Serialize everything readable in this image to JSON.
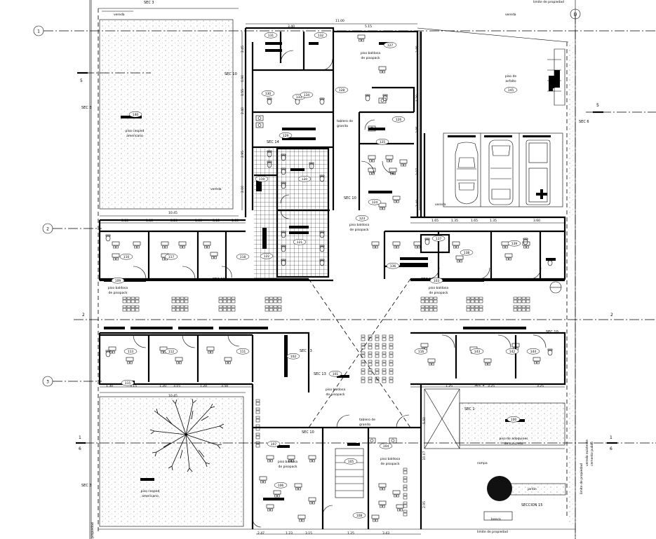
{
  "axes": {
    "rows": [
      "1",
      "2",
      "3"
    ],
    "columns": [
      "D"
    ],
    "right_rows": [
      "2"
    ],
    "left_rows_mid": [
      "2"
    ]
  },
  "section_marks": {
    "sec3_top": "SEC 3",
    "sec3_left": "SEC 3",
    "sec3_bottom": "SEC 3",
    "sec5": "5",
    "sec6": "SEC 6",
    "sec6_num": "5",
    "sec10_a": "SEC 10",
    "sec10_b": "SEC 10",
    "sec10_c": "SEC 10",
    "sec10_d": "SEC 10",
    "sec13_a": "SEC 13",
    "sec13_b": "SEC 13",
    "sec14": "SEC 14",
    "sec9": "SEC 9",
    "sec1": "SEC 1",
    "sec15": "SECCION 15",
    "cut1_left_top": "1",
    "cut1_left_bot": "6",
    "cut1_right_top": "1",
    "cut1_right_bot": "6"
  },
  "dimensions": {
    "top_total": "11.00",
    "top_a": "3.40",
    "top_b": "5.15",
    "left_total_a": "10.45",
    "left_total_b": "10.45",
    "row2": [
      "3.15",
      "1.80",
      "3.20",
      "1.80",
      "3.15",
      "1.60"
    ],
    "right_row2": [
      "1.65",
      "1.35",
      "1.65",
      "1.35",
      "3.60"
    ],
    "row3": [
      "1.30",
      "3.15",
      "1.20",
      "3.15",
      "1.20",
      "3.50"
    ],
    "right_row3": [
      "1.25",
      "3.25",
      "3.25"
    ],
    "bottom": [
      "2.47",
      "1.23",
      "3.15",
      "1.25",
      "3.43"
    ],
    "vert_a": [
      "2.45",
      "0.90",
      "1.55",
      "2.40",
      "2.95",
      "2.00"
    ],
    "vert_b": [
      "3.85",
      "1.30",
      "3.85",
      "2.07",
      "3.40"
    ],
    "vert_c": [
      "10.07",
      "5.50",
      "2.95"
    ]
  },
  "rooms": {
    "r100": "100",
    "r101": "101",
    "r102": "102",
    "r103": "103",
    "r104": "104",
    "r105": "105",
    "r106": "106",
    "r107": "107",
    "r108": "108",
    "r109": "109",
    "r110": "110",
    "r111": "111",
    "r112": "112",
    "r113": "113",
    "r115": "115",
    "r116": "116",
    "r117": "117",
    "r118": "118",
    "r119": "119",
    "r120": "120",
    "r121": "121",
    "r122": "122",
    "r123": "123",
    "r124": "124",
    "r125": "125",
    "r126": "126",
    "r127": "127",
    "r128": "128",
    "r129": "129",
    "r130": "130",
    "r131": "131",
    "r132": "132",
    "r133": "133",
    "r134": "134",
    "r136": "136",
    "r137": "137",
    "r138": "138",
    "r139": "139",
    "r140": "140",
    "r142": "142",
    "r143": "143",
    "r144": "144",
    "r145": "145"
  },
  "labels": {
    "piso_baldosa_1": "piso baldosa",
    "piso_baldosa_1b": "de pisopack",
    "piso_baldosa_2": "piso baldosa",
    "piso_baldosa_2b": "de pisopack",
    "piso_baldosa_3": "piso baldosa",
    "piso_baldosa_3b": "de pisopack",
    "piso_baldosa_4": "piso baldosa",
    "piso_baldosa_4b": "de pisopack",
    "piso_baldosa_5": "piso baldosa",
    "piso_baldosa_5b": "de pisopack",
    "piso_baldosa_6": "piso baldosa",
    "piso_baldosa_6b": "de pisopack",
    "piso_baldosa_7": "piso baldosa",
    "piso_baldosa_7b": "de pisopack",
    "piso_asfalto": "piso de",
    "piso_asfalto_b": "asfalto",
    "piso_cesped_1": "piso cesped",
    "piso_cesped_1b": "americano",
    "piso_cesped_2": "piso cesped",
    "piso_cesped_2b": "americano",
    "piso_adoquines": "piso de adoquines",
    "piso_adoquines_b": "de concreto",
    "tablero_granito_1": "tablero de",
    "tablero_granito_1b": "granito",
    "tablero_granito_2": "tablero de",
    "tablero_granito_2b": "granito",
    "vereda_1": "vereda",
    "vereda_2": "vereda",
    "vereda_3": "vereda",
    "vereda_4": "vereda",
    "vereda_right_a": "vereda existente",
    "vereda_right_b": "cemento pulido",
    "limite_top": "limite de propiedad",
    "limite_bottom": "limite de propiedad",
    "limite_right": "limite de propiedad",
    "limite_left": "propiedad",
    "rampa": "rampa",
    "banca": "banca",
    "jardin": "jardin"
  }
}
